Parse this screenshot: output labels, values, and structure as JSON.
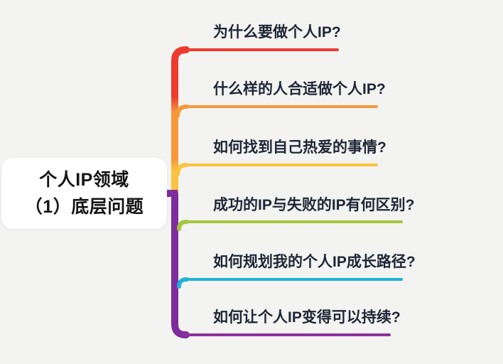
{
  "central_node": {
    "title_line1": "个人IP领域",
    "title_line2": "（1）底层问题"
  },
  "branches": [
    {
      "label": "为什么要做个人IP?",
      "color": "#ee3a2f"
    },
    {
      "label": "什么样的人合适做个人IP?",
      "color": "#f6993b"
    },
    {
      "label": "如何找到自己热爱的事情?",
      "color": "#fac33f"
    },
    {
      "label": "成功的IP与失败的IP有何区别?",
      "color": "#a2c63d"
    },
    {
      "label": "如何规划我的个人IP成长路径?",
      "color": "#20b2d8"
    },
    {
      "label": "如何让个人IP变得可以持续?",
      "color": "#8d2f9f"
    }
  ],
  "trunk": {
    "colors": [
      "#ee3a2f",
      "#f6993b",
      "#fac33f",
      "#7e2c9c"
    ]
  },
  "style": {
    "background": "#f3f3f1",
    "node_background": "#ffffff",
    "node_text_color": "#141414",
    "branch_text_color": "#1f2637"
  }
}
